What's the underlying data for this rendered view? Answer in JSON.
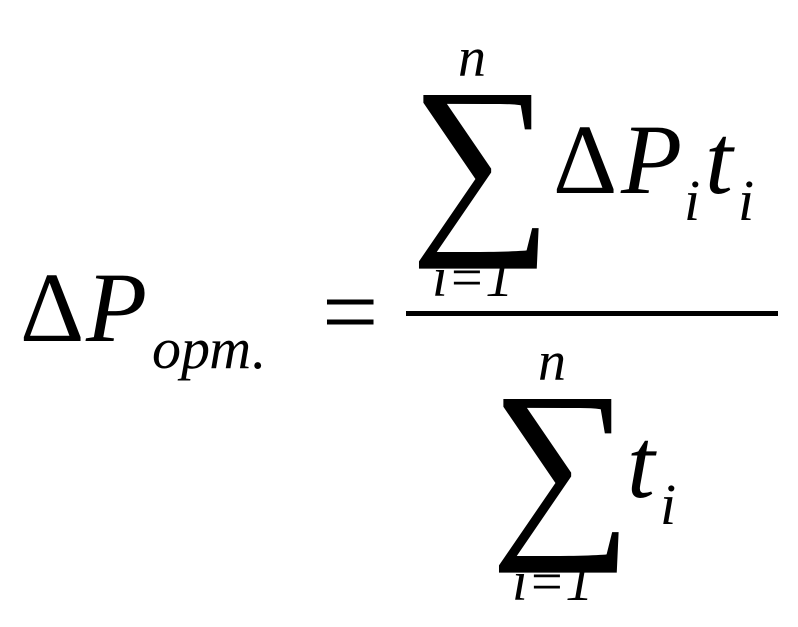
{
  "formula": {
    "lhs": {
      "delta": "Δ",
      "symbol": "P",
      "subscript": "орт."
    },
    "equals": "=",
    "numerator": {
      "sum_symbol": "∑",
      "upper_limit": "n",
      "lower_limit": "i=1",
      "delta": "Δ",
      "symbol_p": "P",
      "p_subscript": "i",
      "symbol_t": "t",
      "t_subscript": "i"
    },
    "denominator": {
      "sum_symbol": "∑",
      "upper_limit": "n",
      "lower_limit": "i=1",
      "symbol_t": "t",
      "t_subscript": "i"
    }
  }
}
